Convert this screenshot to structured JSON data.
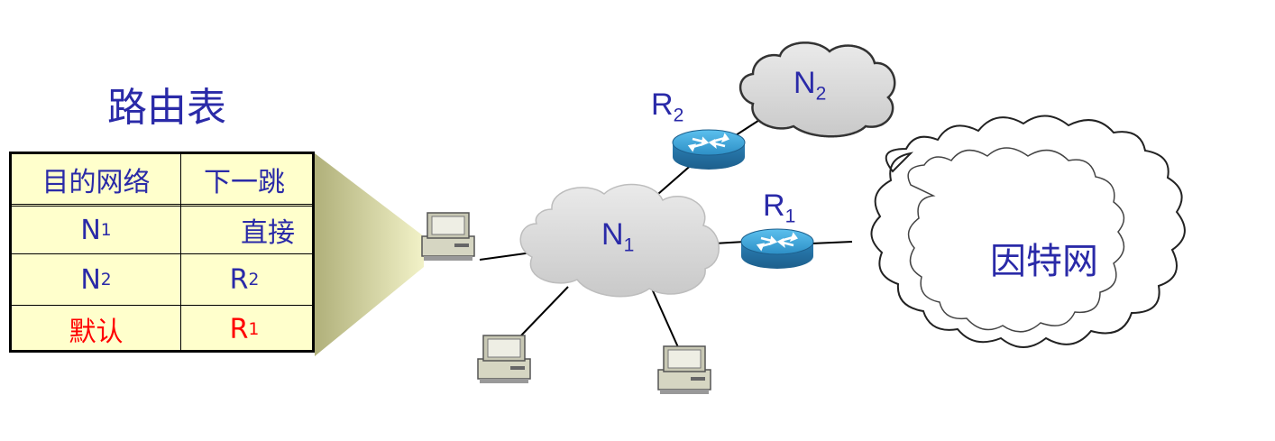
{
  "routing_table": {
    "title": "路由表",
    "headers": [
      "目的网络",
      "下一跳"
    ],
    "rows": [
      {
        "dest": "N",
        "dest_sub": "1",
        "hop": "直接",
        "hop_sub": "",
        "highlight": false
      },
      {
        "dest": "N",
        "dest_sub": "2",
        "hop": "R",
        "hop_sub": "2",
        "highlight": false
      },
      {
        "dest": "默认",
        "dest_sub": "",
        "hop": "R",
        "hop_sub": "1",
        "highlight": true
      }
    ]
  },
  "network": {
    "n1": {
      "name": "N",
      "sub": "1"
    },
    "n2": {
      "name": "N",
      "sub": "2"
    },
    "r1": {
      "name": "R",
      "sub": "1"
    },
    "r2": {
      "name": "R",
      "sub": "2"
    },
    "internet": "因特网"
  },
  "colors": {
    "text": "#2a2aa8",
    "highlight": "#ff0000",
    "table_bg": "#ffffcc",
    "router": "#3aa0d8"
  }
}
